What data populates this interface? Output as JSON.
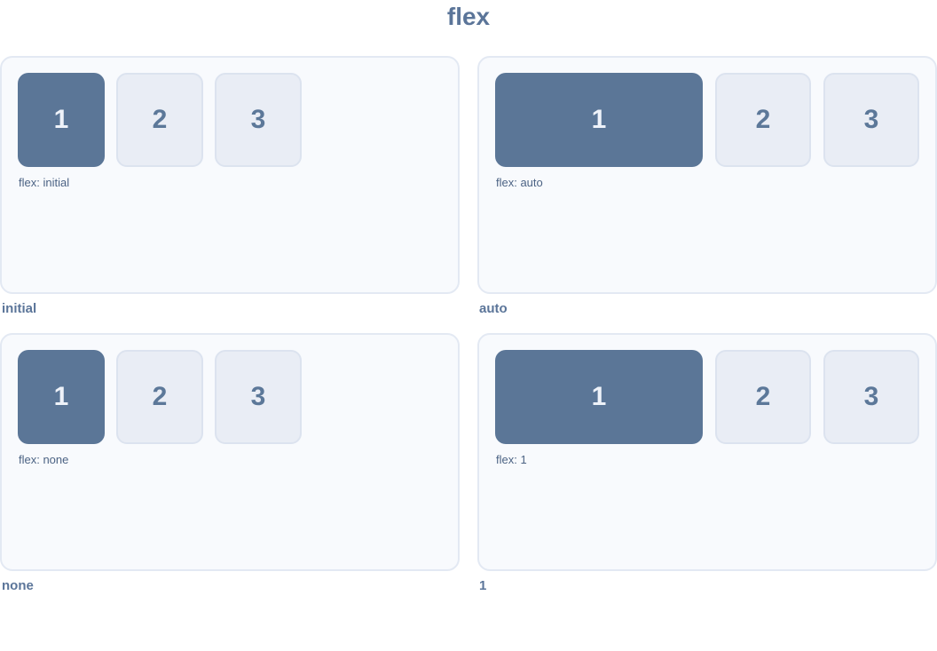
{
  "page": {
    "title": "flex"
  },
  "colors": {
    "title": "#5b7599",
    "caption": "#5b7599",
    "flex_label": "#4c6384",
    "panel_background": "#f8fafd",
    "panel_border": "#e3e9f3",
    "item_active_background": "#5b7697",
    "item_active_text": "#eef2f9",
    "item_background": "#e9edf5",
    "item_border": "#dce3ef",
    "item_text": "#5c7899"
  },
  "figures": [
    {
      "caption": "initial",
      "flex_label": "flex: initial",
      "items": [
        "1",
        "2",
        "3"
      ]
    },
    {
      "caption": "auto",
      "flex_label": "flex: auto",
      "items": [
        "1",
        "2",
        "3"
      ]
    },
    {
      "caption": "none",
      "flex_label": "flex: none",
      "items": [
        "1",
        "2",
        "3"
      ]
    },
    {
      "caption": "1",
      "flex_label": "flex: 1",
      "items": [
        "1",
        "2",
        "3"
      ]
    }
  ]
}
